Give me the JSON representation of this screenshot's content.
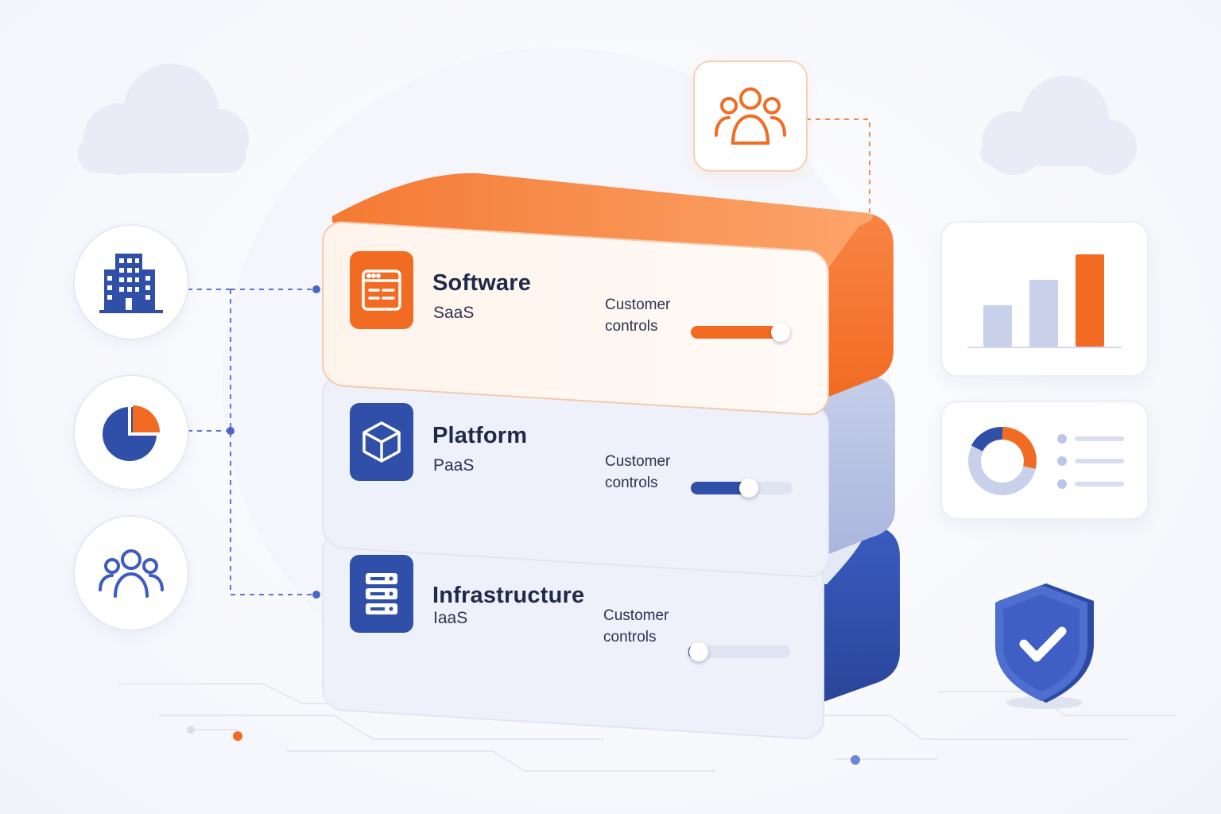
{
  "colors": {
    "orange": "#f26b22",
    "blue": "#2f4fa8",
    "lavender": "#c9d1ea",
    "background": "#f7f8fc"
  },
  "layers": [
    {
      "name": "Software",
      "abbr": "SaaS",
      "control_label_line1": "Customer",
      "control_label_line2": "controls",
      "customer_control_level": 0.9,
      "icon": "browser-window-icon",
      "color": "#f26b22"
    },
    {
      "name": "Platform",
      "abbr": "PaaS",
      "control_label_line1": "Customer",
      "control_label_line2": "controls",
      "customer_control_level": 0.57,
      "icon": "cube-icon",
      "color": "#2f4fa8"
    },
    {
      "name": "Infrastructure",
      "abbr": "IaaS",
      "control_label_line1": "Customer",
      "control_label_line2": "controls",
      "customer_control_level": 0.1,
      "icon": "server-stack-icon",
      "color": "#2f4fa8"
    }
  ],
  "left_icons": [
    "office-building-icon",
    "pie-chart-icon",
    "users-icon"
  ],
  "top_icon": "users-icon",
  "right_widgets": {
    "bar_chart_values": [
      0.45,
      0.72,
      1.0
    ],
    "donut_icon": "donut-chart-icon",
    "shield_icon": "shield-check-icon"
  }
}
